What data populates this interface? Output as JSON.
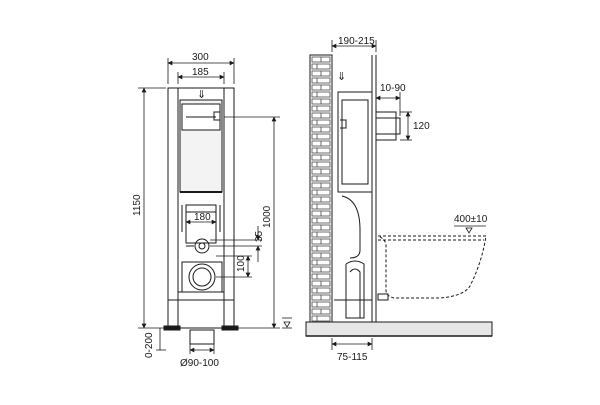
{
  "front_view": {
    "width_outer": "300",
    "width_inner": "185",
    "height_total": "1150",
    "height_support": "1000",
    "drain_offset": "0-200",
    "drain_diameter": "Ø90-100",
    "bolt_spacing": "180",
    "flush_offset": "35",
    "pipe_offset": "100"
  },
  "side_view": {
    "depth_top": "190-215",
    "depth_bottom": "75-115",
    "button_offset": "10-90",
    "button_size": "120",
    "bowl_height": "400±10"
  },
  "colors": {
    "line": "#1a1a1a",
    "brick": "#4a4a4a",
    "floor": "#8c8c8c",
    "fill_light": "#e6e6e6"
  },
  "icons": {
    "water_inlet": "water-inlet-arrow-icon",
    "floor_marker": "floor-level-marker-icon",
    "wall_marker": "wall-level-marker-icon"
  }
}
